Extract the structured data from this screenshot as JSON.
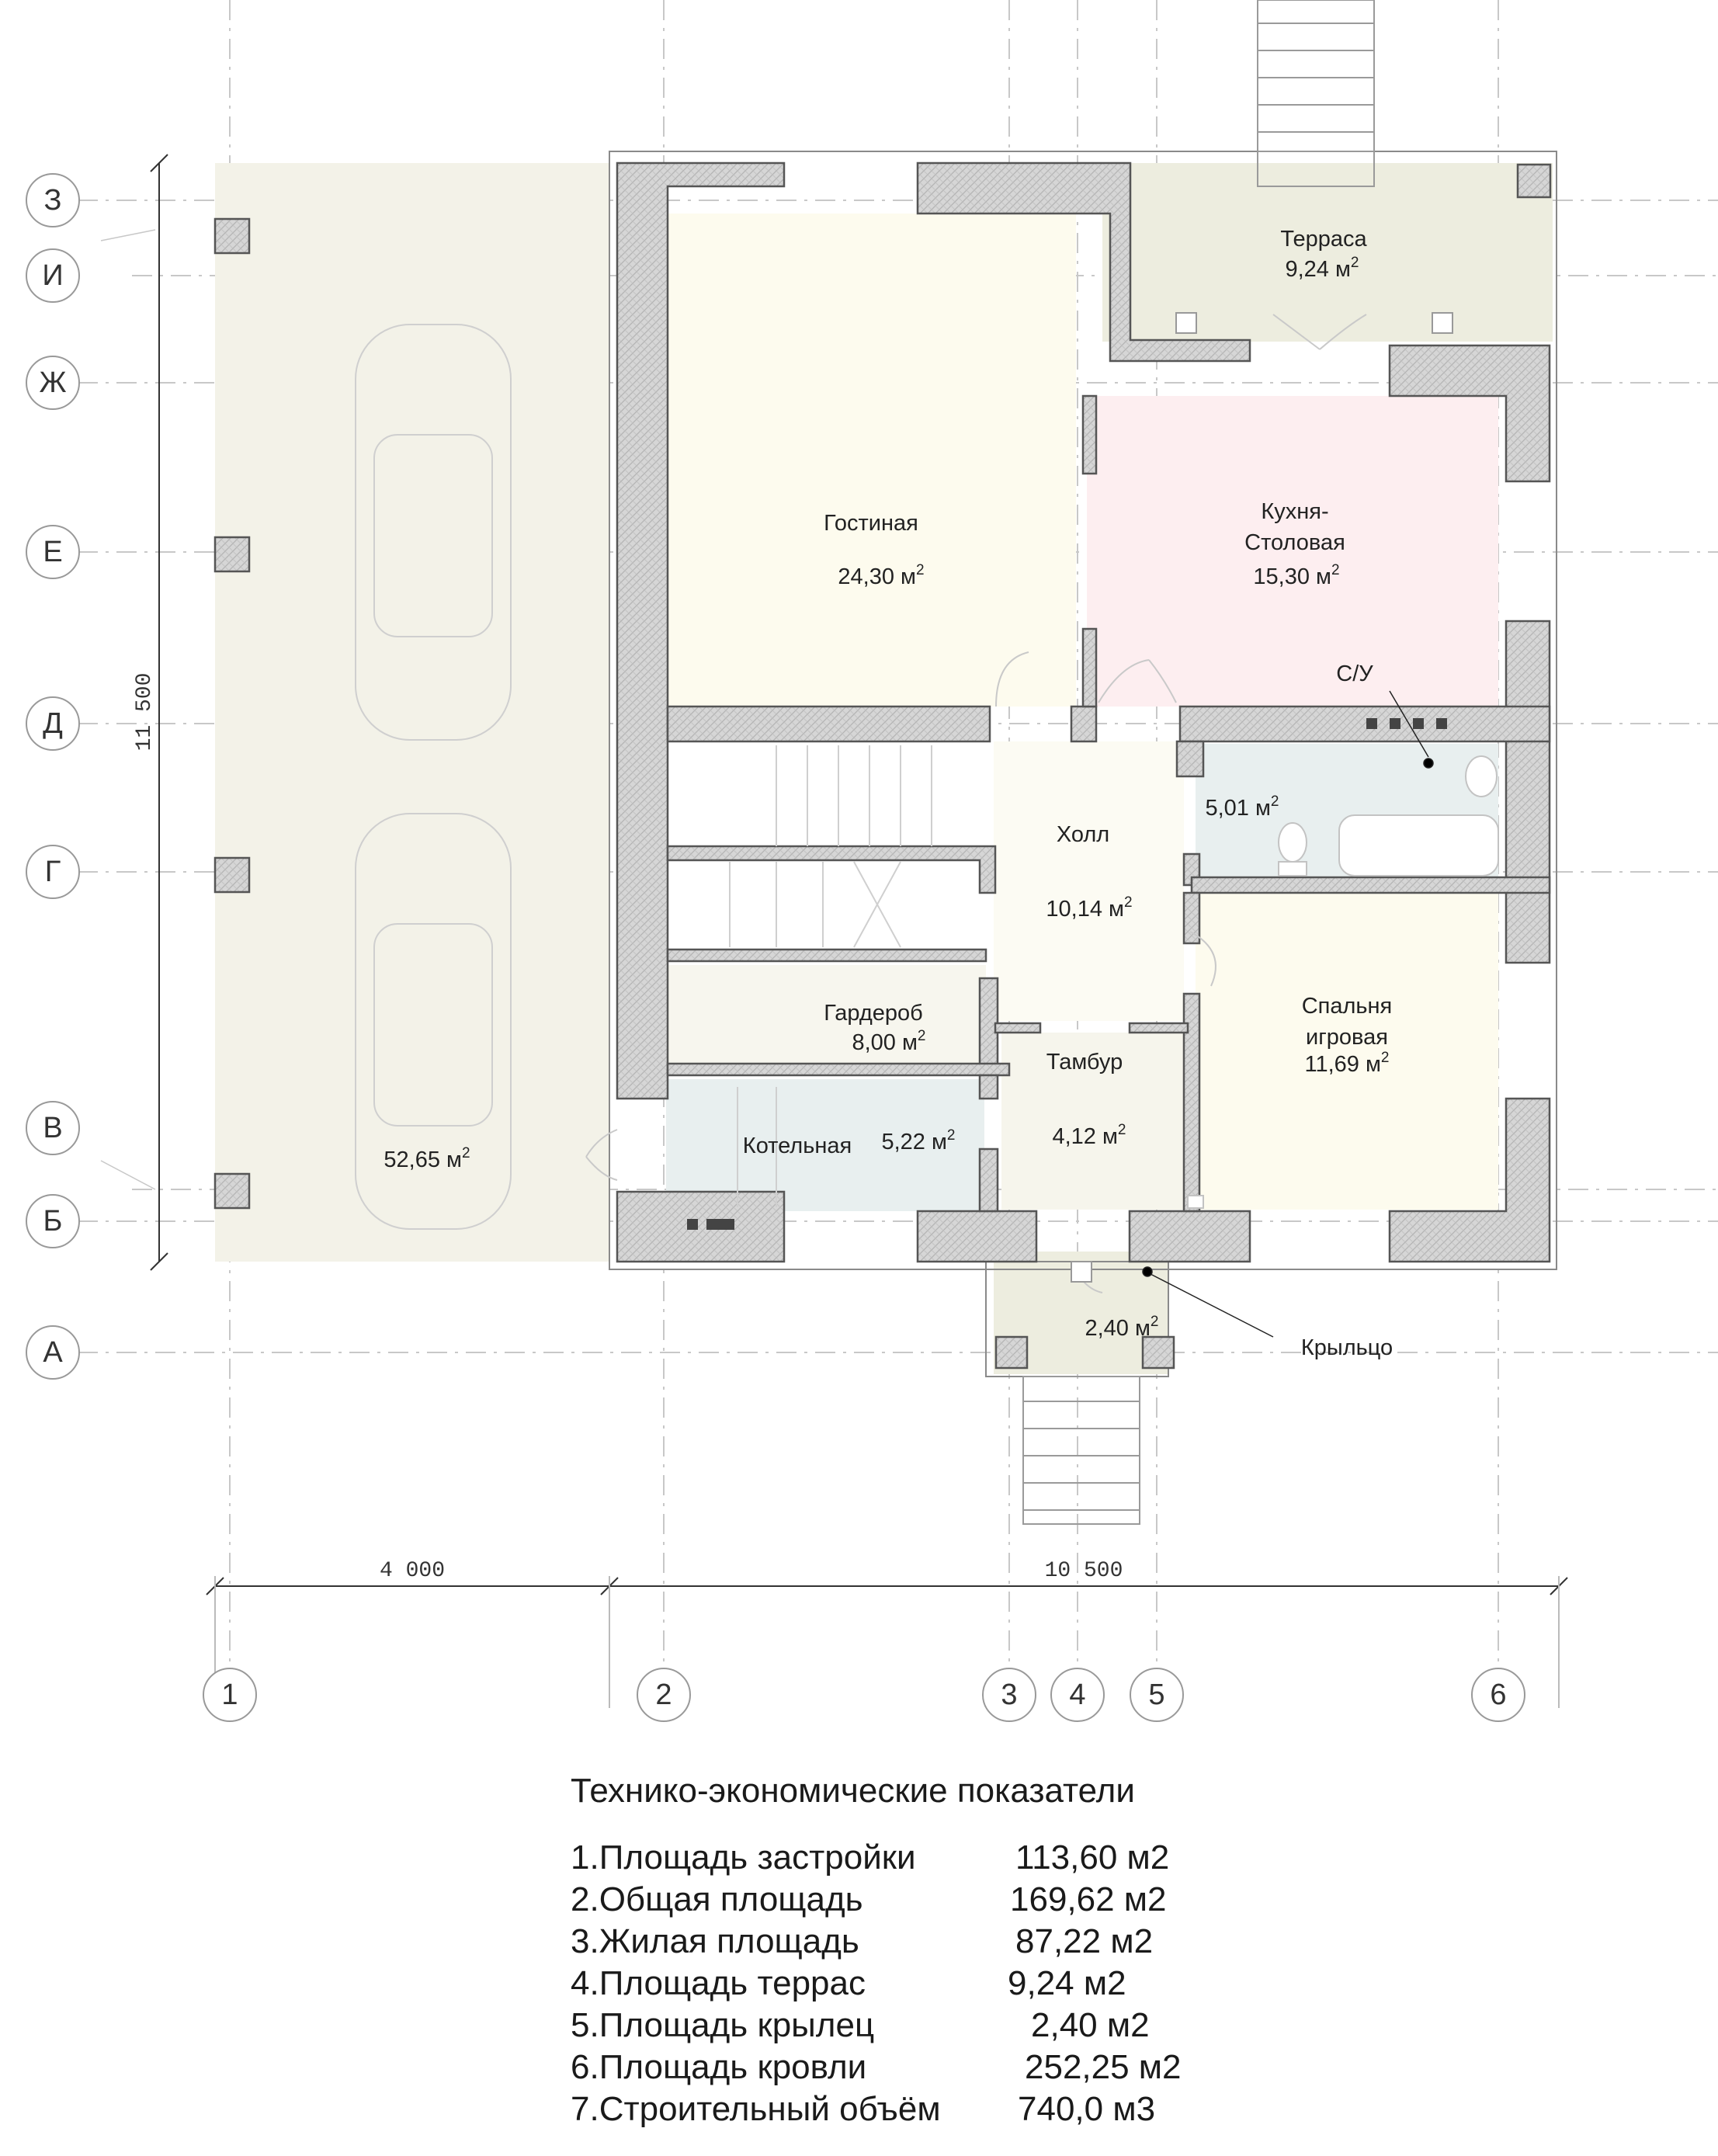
{
  "rooms": [
    {
      "name": "Гостиная",
      "area": "24,30 м"
    },
    {
      "name": "Кухня-\nСтоловая",
      "area": "15,30 м"
    },
    {
      "name": "Терраса",
      "area": "9,24 м"
    },
    {
      "name": "Холл",
      "area": "10,14 м"
    },
    {
      "name": "С/У",
      "area": "5,01 м"
    },
    {
      "name": "Гардероб",
      "area": "8,00 м"
    },
    {
      "name": "Тамбур",
      "area": "4,12 м"
    },
    {
      "name": "Котельная",
      "area": "5,22 м"
    },
    {
      "name": "Спальня\nигровая",
      "area": "11,69 м"
    },
    {
      "name": "Крыльцо",
      "area": "2,40 м"
    },
    {
      "name": "",
      "area": "52,65 м"
    }
  ],
  "area_superscript": "2",
  "axes": {
    "horizontal": [
      "1",
      "2",
      "3",
      "4",
      "5",
      "6"
    ],
    "vertical": [
      "З",
      "И",
      "Ж",
      "Е",
      "Д",
      "Г",
      "В",
      "Б",
      "А"
    ]
  },
  "dimensions": {
    "garage_width": "4 000",
    "house_width": "10 500",
    "total_depth": "11 500"
  },
  "tep": {
    "title": "Технико-экономические показатели",
    "rows": [
      {
        "label": "1.Площадь застройки",
        "value": "113,60 м2"
      },
      {
        "label": "2.Общая площадь",
        "value": "169,62 м2"
      },
      {
        "label": "3.Жилая площадь",
        "value": "87,22 м2"
      },
      {
        "label": "4.Площадь террас",
        "value": "9,24 м2"
      },
      {
        "label": "5.Площадь крылец",
        "value": "2,40 м2"
      },
      {
        "label": "6.Площадь кровли",
        "value": "252,25 м2"
      },
      {
        "label": "7.Строительный объём",
        "value": "740,0 м3"
      }
    ]
  },
  "colors": {
    "wall": "#d2d2d2",
    "living": "#fdfbee",
    "kitchen": "#fdeef0",
    "terrace": "#ededdf",
    "garage": "#f3f2e8",
    "wet": "#e8efef",
    "axis_line": "#c8c8c8"
  }
}
